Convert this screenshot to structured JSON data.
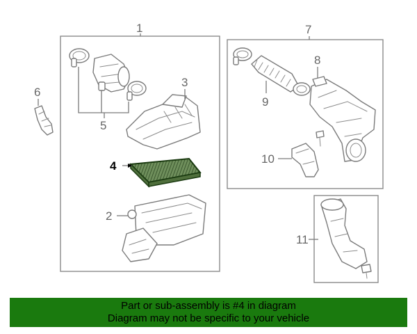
{
  "callouts": {
    "c1": "1",
    "c2": "2",
    "c3": "3",
    "c4": "4",
    "c5": "5",
    "c6": "6",
    "c7": "7",
    "c8": "8",
    "c9": "9",
    "c10": "10",
    "c11": "11"
  },
  "highlight": {
    "part_number": "4",
    "color": "#1a7a0e",
    "fill_color": "#6f8f5c"
  },
  "banner": {
    "line1": "Part or sub-assembly is #4 in diagram",
    "line2": "Diagram may not be specific to your vehicle",
    "background": "#1a7a0e"
  }
}
